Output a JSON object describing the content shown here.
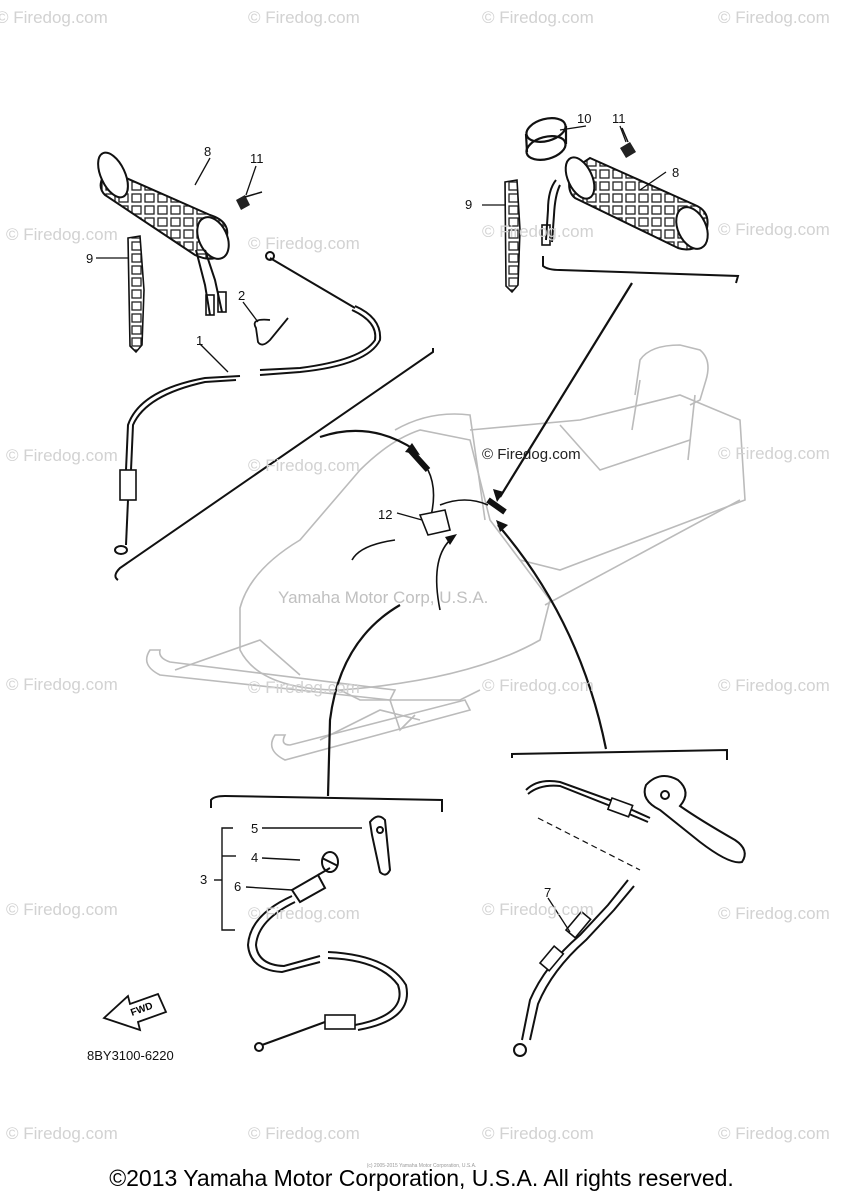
{
  "watermark_text": "© Firedog.com",
  "center_watermark": "Yamaha Motor Corp, U.S.A.",
  "inline_watermark": "© Firedog.com",
  "callouts": {
    "c1": "1",
    "c2": "2",
    "c3": "3",
    "c4": "4",
    "c5": "5",
    "c6": "6",
    "c7": "7",
    "c8a": "8",
    "c8b": "8",
    "c9a": "9",
    "c9b": "9",
    "c10": "10",
    "c11a": "11",
    "c11b": "11",
    "c12": "12"
  },
  "fwd_label": "FWD",
  "part_code": "8BY3100-6220",
  "tiny_line": "(c) 2005-2015 Yamaha Motor Corporation, U.S.A.",
  "copyright": "©2013 Yamaha Motor Corporation, U.S.A. All rights reserved."
}
